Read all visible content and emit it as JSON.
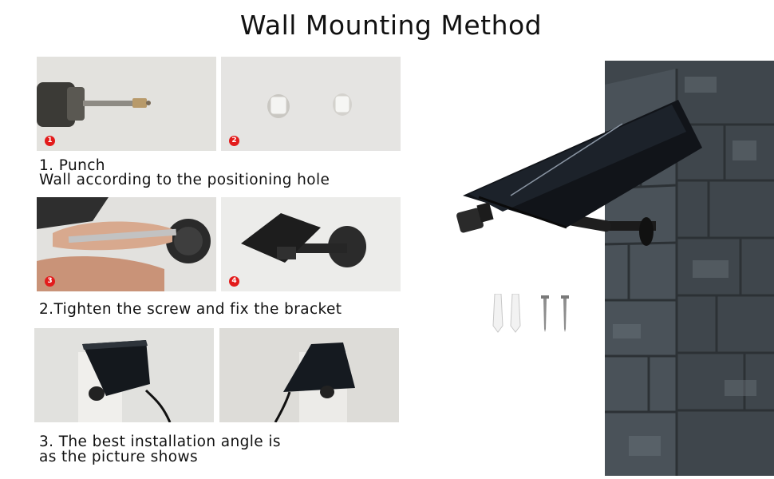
{
  "title": "Wall Mounting Method",
  "steps": [
    {
      "number_line": "1. Punch",
      "text_line": "Wall according to the positioning hole",
      "photos": [
        {
          "badge": "1",
          "description": "drill-into-wall"
        },
        {
          "badge": "2",
          "description": "wall-anchors-inserted"
        }
      ]
    },
    {
      "text": "2.Tighten the screw and fix the bracket",
      "photos": [
        {
          "badge": "3",
          "description": "screwdriver-tightening-bracket"
        },
        {
          "badge": "4",
          "description": "bracket-mounted-on-wall"
        }
      ]
    },
    {
      "line1": "3. The best installation angle is",
      "line2": "as the picture shows",
      "photos": [
        {
          "description": "panel-installed-left-view"
        },
        {
          "description": "panel-installed-right-view"
        }
      ]
    }
  ],
  "colors": {
    "badge": "#e31b1b",
    "wall_photo": "#e4e4e2",
    "panel": "#1a1e24",
    "brick": "#4d555c"
  }
}
